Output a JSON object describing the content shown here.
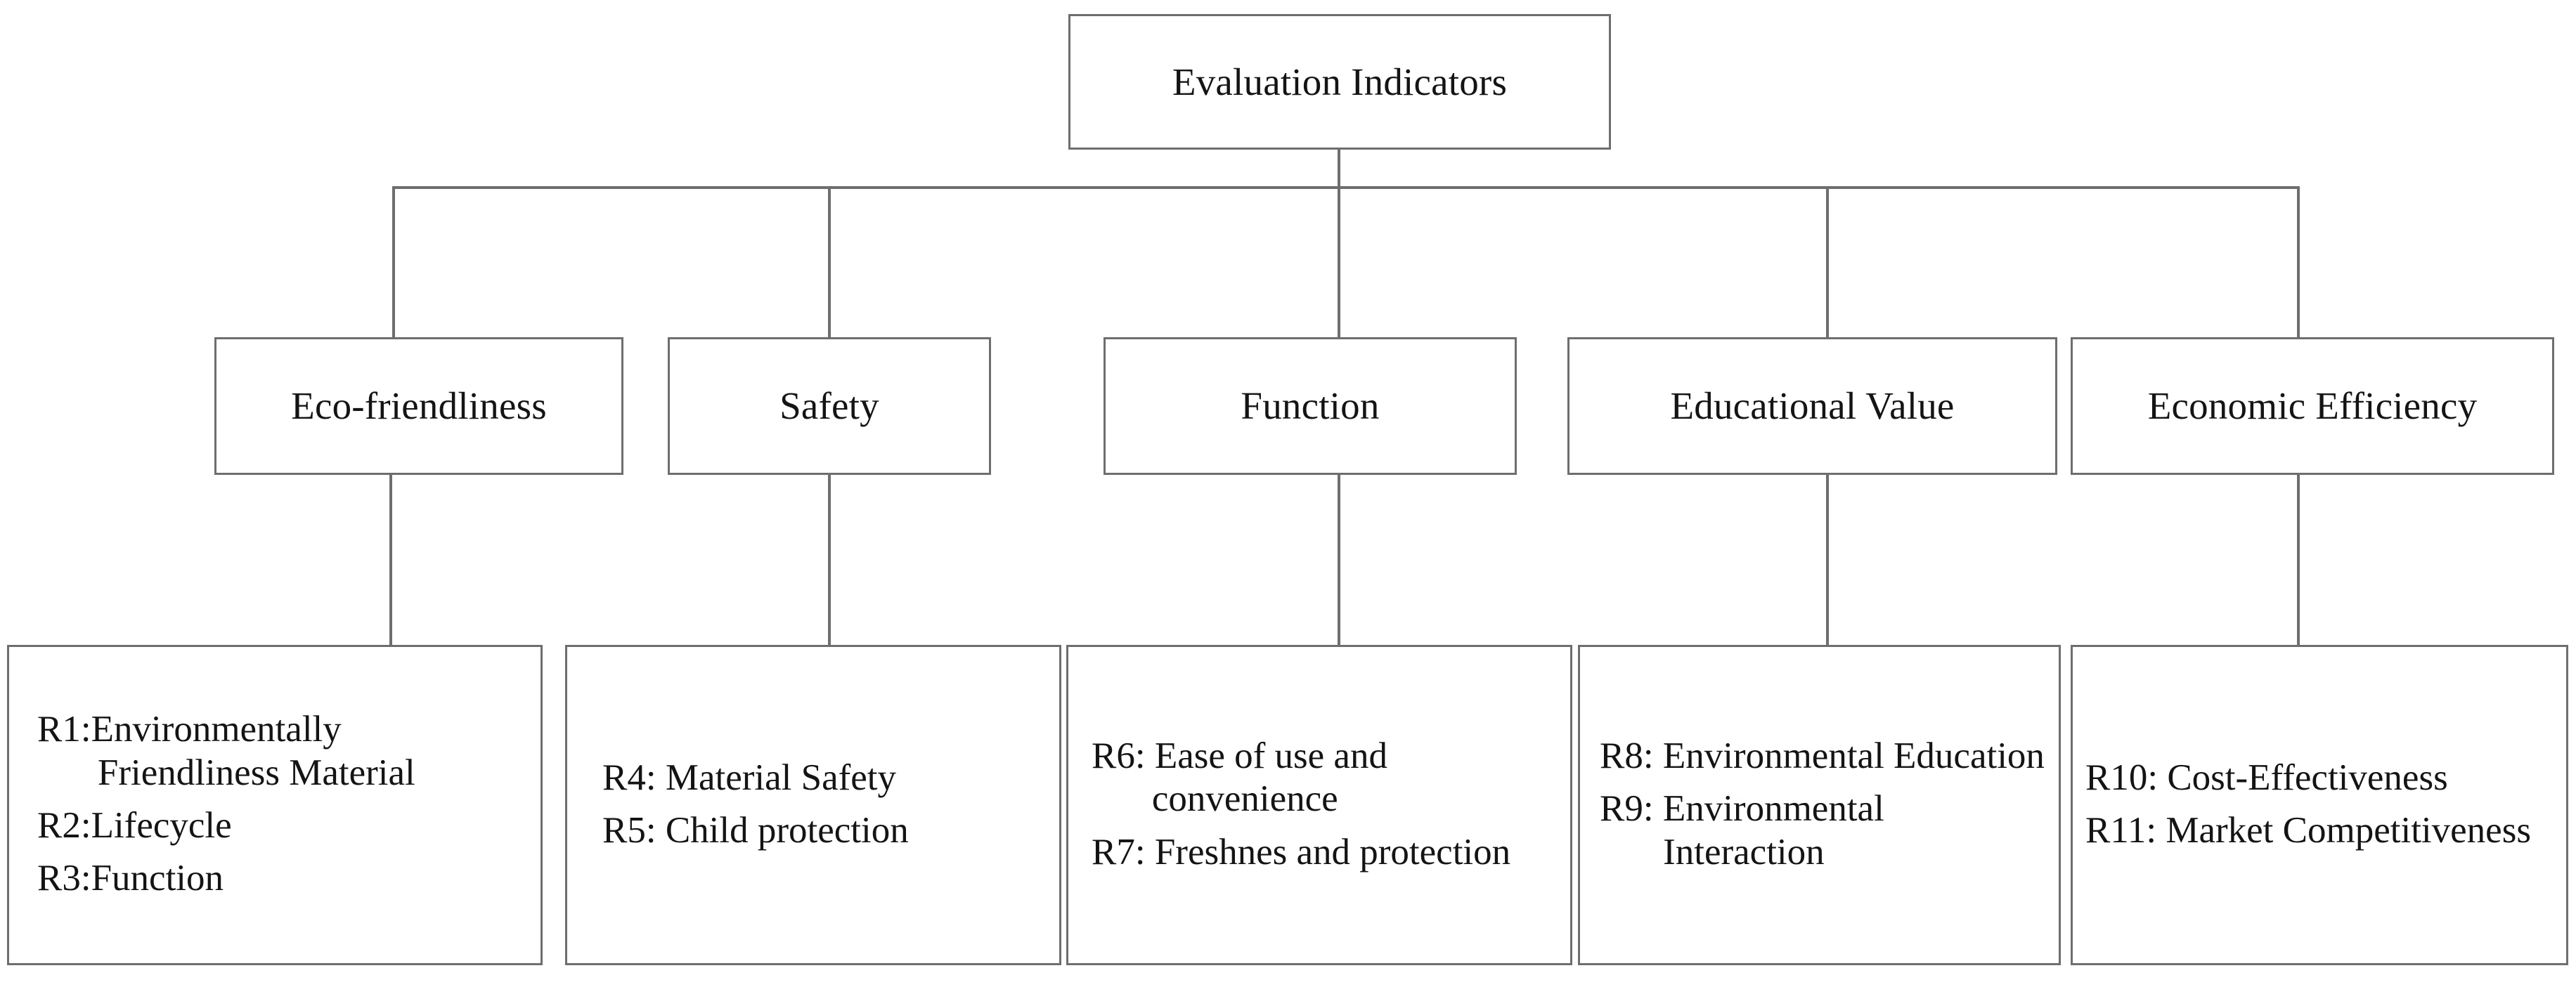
{
  "diagram": {
    "title": "Evaluation Indicators hierarchy",
    "border_color": "#6e6e6e",
    "text_color": "#141414",
    "background": "#ffffff"
  },
  "root": {
    "label": "Evaluation Indicators"
  },
  "criteria": [
    {
      "id": "eco",
      "label": "Eco-friendliness"
    },
    {
      "id": "safety",
      "label": "Safety"
    },
    {
      "id": "function",
      "label": "Function"
    },
    {
      "id": "edu",
      "label": "Educational Value"
    },
    {
      "id": "econ",
      "label": "Economic Efficiency"
    }
  ],
  "indicators": {
    "eco": {
      "line1": "R1:Environmentally Friendliness Material",
      "line2": "R2:Lifecycle",
      "line3": "R3:Function"
    },
    "safety": {
      "line1": "R4: Material Safety",
      "line2": "R5: Child protection"
    },
    "function": {
      "line1": "R6: Ease of use and convenience",
      "line2": "R7: Freshnes and protection"
    },
    "edu": {
      "line1": "R8: Environmental Education",
      "line2": "R9: Environmental Interaction"
    },
    "econ": {
      "line1": "R10: Cost-Effectiveness",
      "line2": "R11: Market Competitiveness"
    }
  }
}
